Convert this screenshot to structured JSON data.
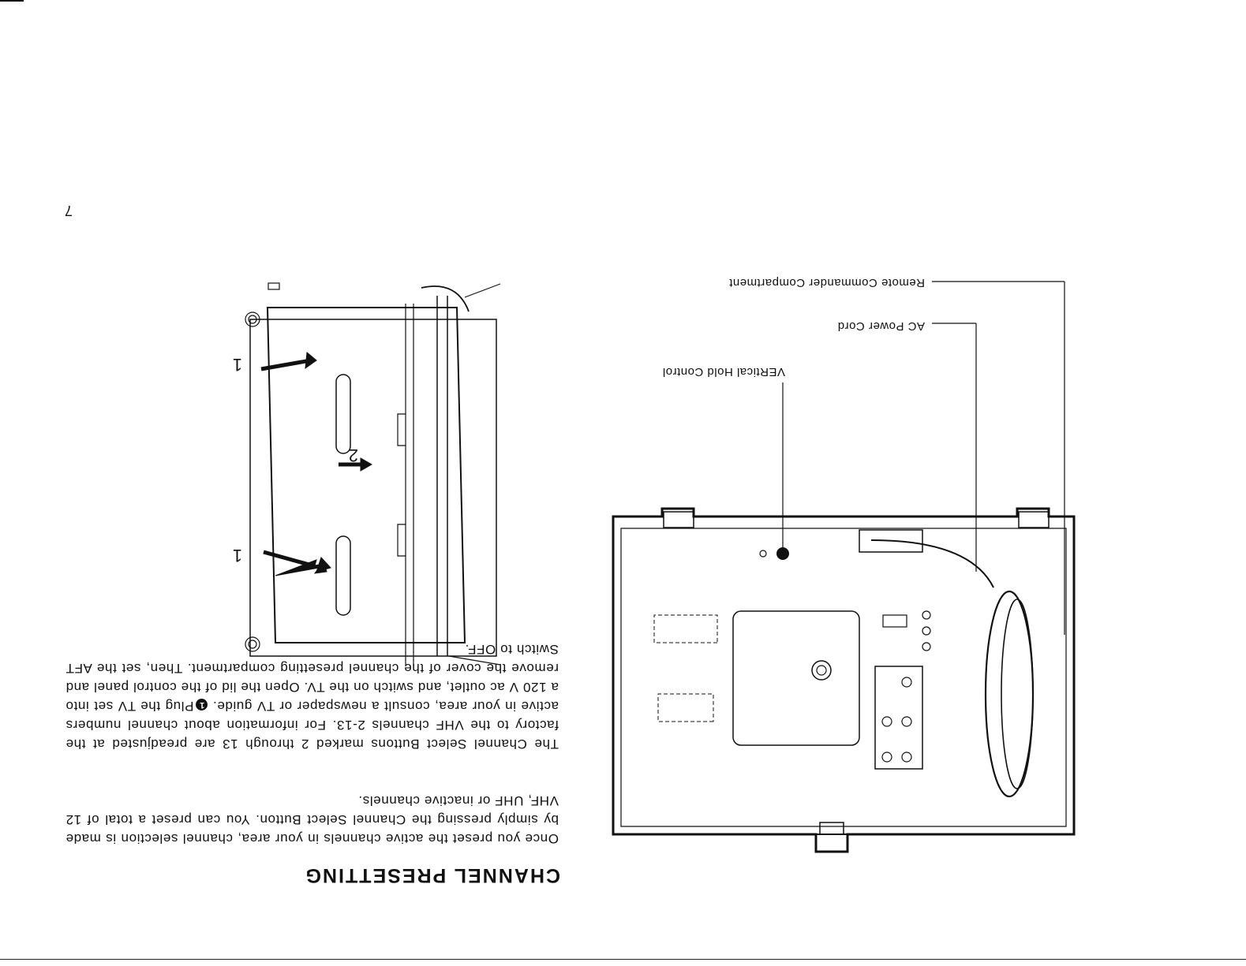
{
  "heading": "CHANNEL PRESETTING",
  "paragraph_1": "Once you preset the active channels in your area, channel selection is made by simply pressing the Channel Select Button. You can preset a total of 12 VHF, UHF or inactive channels.",
  "paragraph_2": "The Channel Select Buttons marked 2 through 13 are preadjusted at the factory to the VHF channels 2-13. For information about channel numbers active in your area, consult a newspaper or TV guide.",
  "step": {
    "number": "1",
    "text": "Plug the TV set into a 120 V ac outlet, and switch on the TV. Open the lid of the control panel and remove the cover of the channel presetting compartment. Then, set the AFT Switch to OFF."
  },
  "figure_left": {
    "arrow_labels": [
      "1",
      "2",
      "1"
    ]
  },
  "figure_right": {
    "callouts": {
      "vertical_hold": "VERtical Hold Control",
      "ac_power_cord": "AC Power Cord",
      "remote_compartment": "Remote Commander Compartment"
    }
  },
  "page_number": "7"
}
